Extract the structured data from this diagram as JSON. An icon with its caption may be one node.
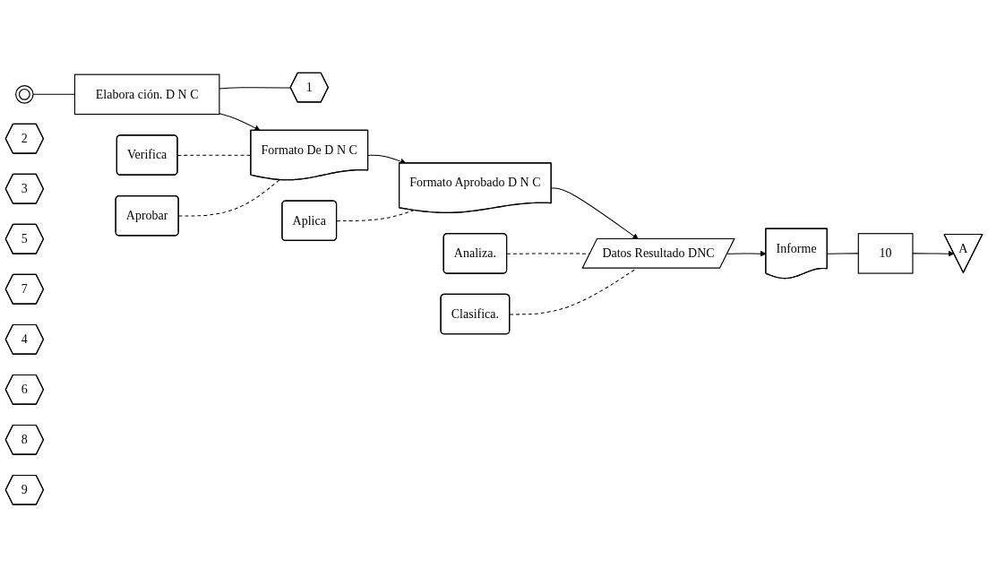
{
  "diagram": {
    "nodes": [
      {
        "text": [],
        "shape": "circle"
      },
      {
        "text": [
          "Elabora ción. D N C"
        ]
      },
      {
        "text": [
          "1"
        ]
      },
      {
        "text": [
          "2"
        ]
      },
      {
        "text": [
          "3"
        ]
      },
      {
        "text": [
          "5"
        ]
      },
      {
        "text": [
          "7"
        ]
      },
      {
        "text": [
          "Verifica"
        ]
      },
      {
        "text": [
          "Aprobar"
        ]
      },
      {
        "text": [
          "Aplica"
        ]
      },
      {
        "text": [
          "Analiza."
        ]
      },
      {
        "text": [
          "Clasifica."
        ]
      },
      {
        "text": [
          "Formato De D N C"
        ]
      },
      {
        "text": [
          "Formato Aprobado D N C"
        ]
      },
      {
        "text": [
          "Datos Resultado DNC"
        ]
      },
      {
        "text": [
          "4"
        ]
      },
      {
        "text": [
          "6"
        ]
      },
      {
        "text": [
          "8"
        ]
      },
      {
        "text": [
          "Informe"
        ]
      },
      {
        "text": [
          "10"
        ]
      },
      {
        "text": [
          "A"
        ]
      },
      {
        "text": [
          "9"
        ]
      }
    ],
    "edges": [
      {
        "from": 0,
        "to": 1,
        "arrow": "none"
      },
      {
        "from": 1,
        "to": 2,
        "arrow": "none"
      },
      {
        "from": 1,
        "to": 12,
        "arrow": "to"
      },
      {
        "from": 7,
        "to": 12,
        "arrow": "none",
        "style": "dashed"
      },
      {
        "from": 8,
        "to": 12,
        "arrow": "none",
        "style": "dashed"
      },
      {
        "from": 12,
        "to": 13,
        "arrow": "to"
      },
      {
        "from": 9,
        "to": 13,
        "arrow": "none",
        "style": "dashed"
      },
      {
        "from": 13,
        "to": 14,
        "arrow": "to"
      },
      {
        "from": 10,
        "to": 14,
        "arrow": "none",
        "style": "dashed"
      },
      {
        "from": 11,
        "to": 14,
        "arrow": "none",
        "style": "dashed"
      },
      {
        "from": 14,
        "to": 18,
        "arrow": "to"
      },
      {
        "from": 18,
        "to": 19,
        "arrow": "none"
      },
      {
        "from": 19,
        "to": 20,
        "arrow": "to"
      }
    ]
  }
}
